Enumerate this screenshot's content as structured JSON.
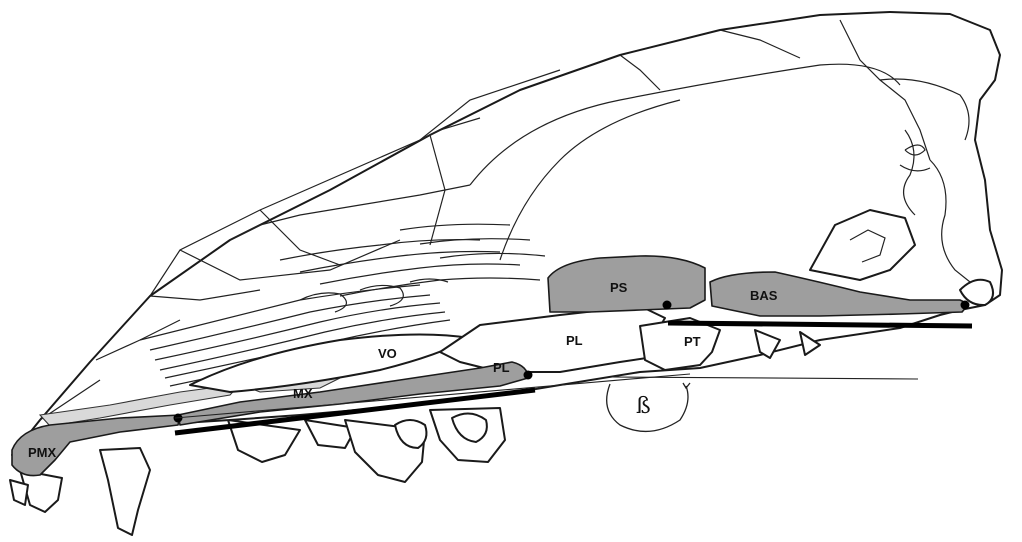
{
  "labels": {
    "pmx": "PMX",
    "mx": "MX",
    "vo": "VO",
    "pl_posterior": "PL",
    "pl_anterior": "PL",
    "pt": "PT",
    "ps": "PS",
    "bas": "BAS",
    "angle": "ß"
  },
  "colors": {
    "highlight_bone": "#9e9e9e",
    "light_bone": "#d9d9d9",
    "outline": "#1a1a1a"
  }
}
